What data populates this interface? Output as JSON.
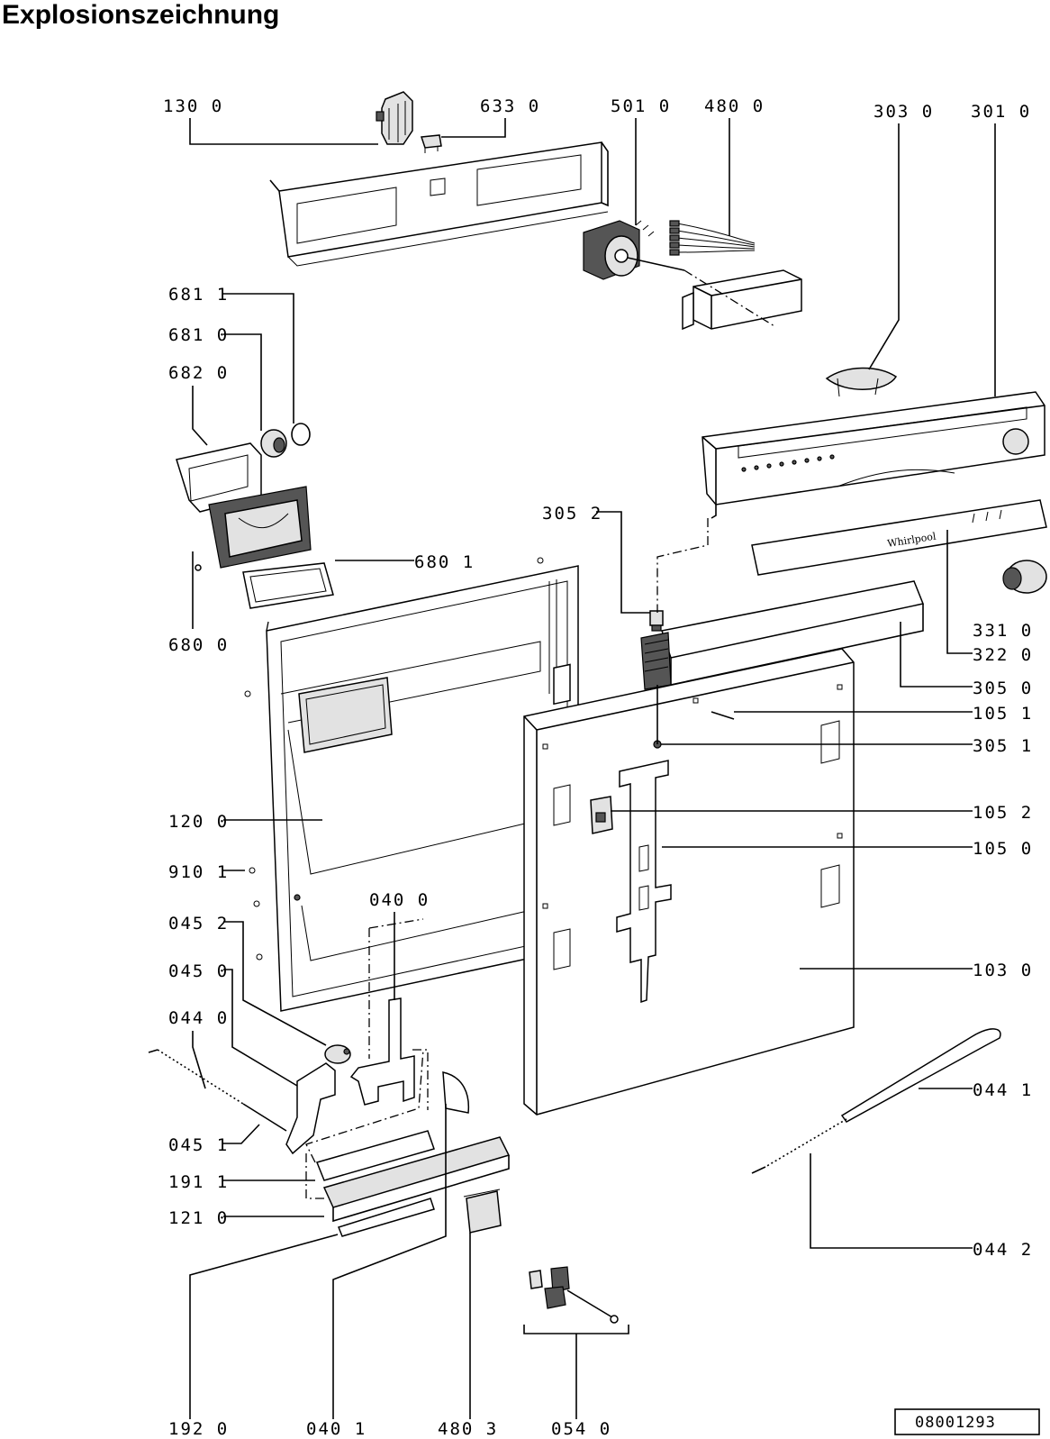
{
  "title": "Explosionszeichnung",
  "drawing_number": "08001293",
  "labels": [
    {
      "id": "130",
      "text": "130 0"
    },
    {
      "id": "633",
      "text": "633 0"
    },
    {
      "id": "501",
      "text": "501 0"
    },
    {
      "id": "480",
      "text": "480 0"
    },
    {
      "id": "303",
      "text": "303 0"
    },
    {
      "id": "301",
      "text": "301 0"
    },
    {
      "id": "681_1",
      "text": "681 1"
    },
    {
      "id": "681_0",
      "text": "681 0"
    },
    {
      "id": "682",
      "text": "682 0"
    },
    {
      "id": "680_1",
      "text": "680 1"
    },
    {
      "id": "680_0",
      "text": "680 0"
    },
    {
      "id": "305_2",
      "text": "305 2"
    },
    {
      "id": "331",
      "text": "331 0"
    },
    {
      "id": "322",
      "text": "322 0"
    },
    {
      "id": "305_0",
      "text": "305 0"
    },
    {
      "id": "105_1",
      "text": "105 1"
    },
    {
      "id": "305_1",
      "text": "305 1"
    },
    {
      "id": "105_2",
      "text": "105 2"
    },
    {
      "id": "105_0",
      "text": "105 0"
    },
    {
      "id": "120",
      "text": "120 0"
    },
    {
      "id": "910",
      "text": "910 1"
    },
    {
      "id": "040_0",
      "text": "040 0"
    },
    {
      "id": "045_2",
      "text": "045 2"
    },
    {
      "id": "045_0",
      "text": "045 0"
    },
    {
      "id": "044_0",
      "text": "044 0"
    },
    {
      "id": "103",
      "text": "103 0"
    },
    {
      "id": "044_1",
      "text": "044 1"
    },
    {
      "id": "045_1",
      "text": "045 1"
    },
    {
      "id": "191",
      "text": "191 1"
    },
    {
      "id": "121",
      "text": "121 0"
    },
    {
      "id": "044_2",
      "text": "044 2"
    },
    {
      "id": "192",
      "text": "192 0"
    },
    {
      "id": "040_1",
      "text": "040 1"
    },
    {
      "id": "480_3",
      "text": "480 3"
    },
    {
      "id": "054",
      "text": "054 0"
    }
  ],
  "brand_mark": "Whirlpool"
}
